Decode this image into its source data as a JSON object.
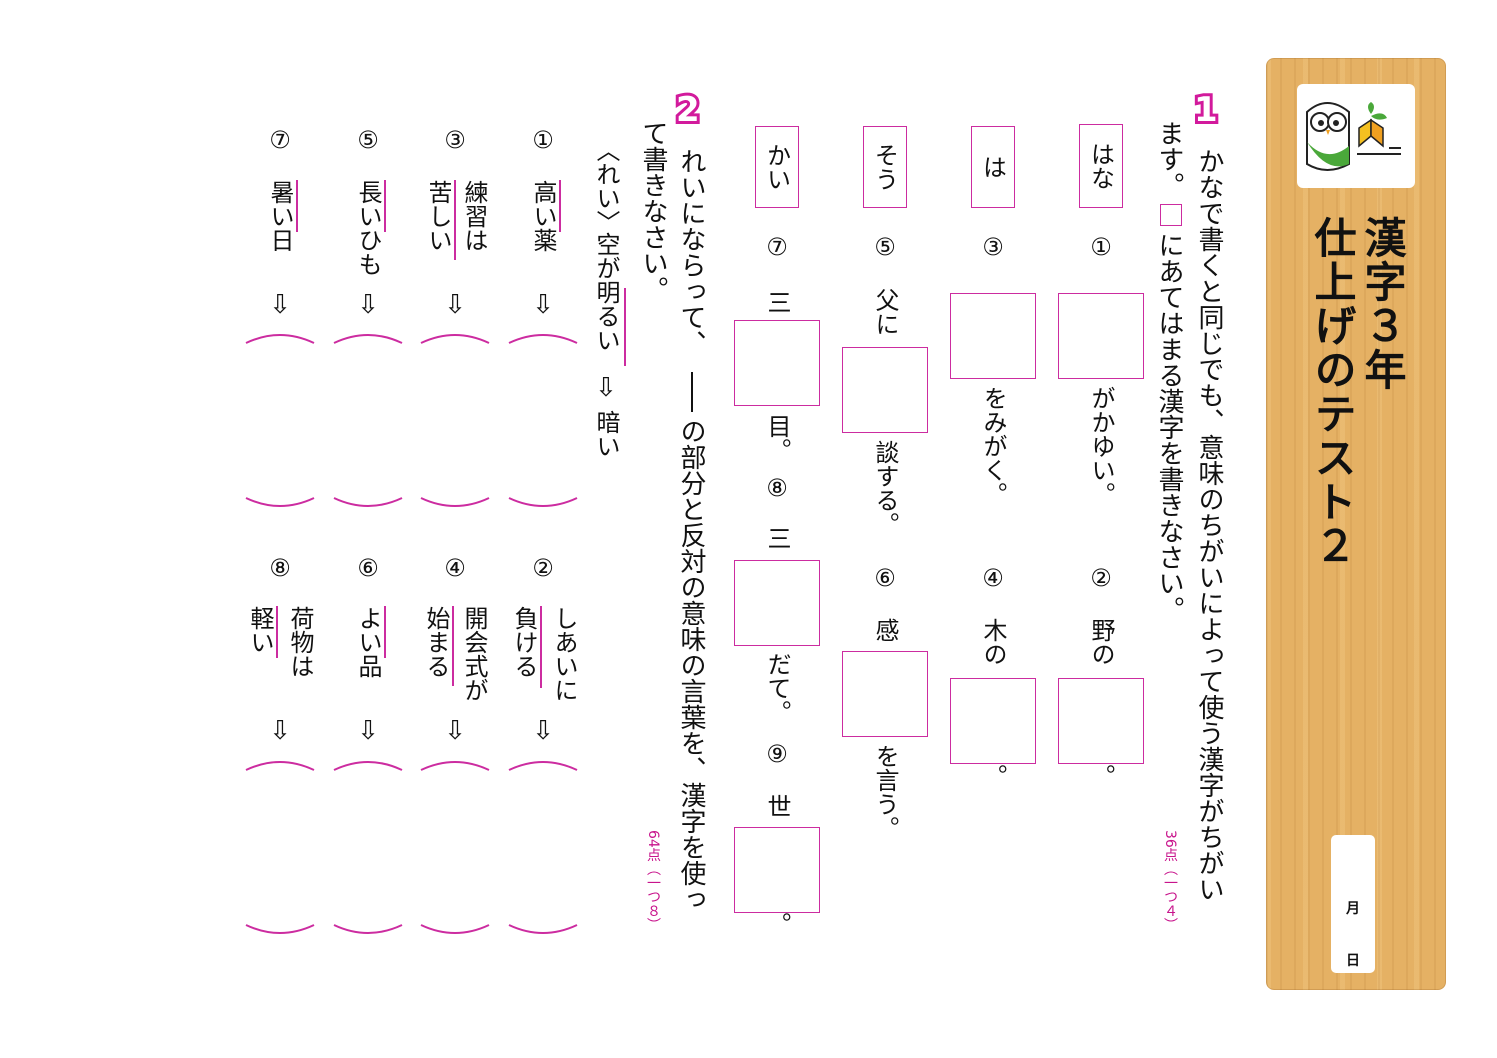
{
  "header": {
    "title_line1": "漢字３年",
    "title_line2": "仕上げのテスト２",
    "date_month": "月",
    "date_day": "日",
    "logo_icon": "owl-book-icon"
  },
  "section1": {
    "number": "1",
    "instruction_line1": "かなで書くと同じでも、意味のちがいによって使う漢字がちがい",
    "instruction_line2a": "ます。",
    "instruction_line2b": "にあてはまる漢字を書きなさい。",
    "points": "36点（一つ４）",
    "readings": [
      "はな",
      "は",
      "そう",
      "かい"
    ],
    "items": {
      "i1": {
        "num": "①",
        "after": "がかゆい。"
      },
      "i2": {
        "num": "②",
        "before": "野の",
        "after": "。"
      },
      "i3": {
        "num": "③",
        "after": "をみがく。"
      },
      "i4": {
        "num": "④",
        "before": "木の",
        "after": "。"
      },
      "i5": {
        "num": "⑤",
        "before": "父に",
        "after": "談する。"
      },
      "i6": {
        "num": "⑥",
        "before": "感",
        "after": "を言う。"
      },
      "i7": {
        "num": "⑦",
        "before": "三",
        "after": "目。"
      },
      "i8": {
        "num": "⑧",
        "before": "三",
        "after": "だて。"
      },
      "i9": {
        "num": "⑨",
        "before": "世",
        "after": "。"
      }
    }
  },
  "section2": {
    "number": "2",
    "instruction_line1a": "れいにならって、",
    "instruction_line1b": "の部分と反対の意味の言葉を、漢字を使っ",
    "instruction_line2": "て書きなさい。",
    "points": "64点（一つ８）",
    "example": {
      "label": "〈れい〉",
      "phrase": "空が明るい",
      "arrow": "⇩",
      "answer": "暗い"
    },
    "items": {
      "q1": {
        "num": "①",
        "line1": "高い薬"
      },
      "q2": {
        "num": "②",
        "line1": "しあいに",
        "line2": "負ける"
      },
      "q3": {
        "num": "③",
        "line1": "練習は",
        "line2": "苦しい"
      },
      "q4": {
        "num": "④",
        "line1": "開会式が",
        "line2": "始まる"
      },
      "q5": {
        "num": "⑤",
        "line1": "長いひも"
      },
      "q6": {
        "num": "⑥",
        "line1": "よい品"
      },
      "q7": {
        "num": "⑦",
        "line1": "暑い日"
      },
      "q8": {
        "num": "⑧",
        "line1": "荷物は",
        "line2": "軽い"
      }
    },
    "arrow": "⇩"
  }
}
